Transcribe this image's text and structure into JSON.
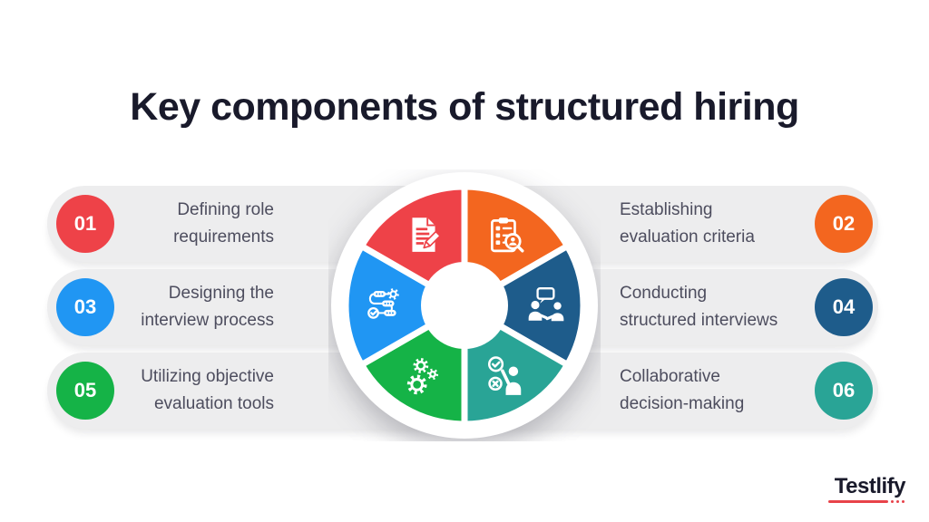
{
  "title": "Key components of structured hiring",
  "bands": [
    {
      "left": {
        "number": "01",
        "lines": [
          "Defining role",
          "requirements"
        ],
        "color": "#ee4248"
      },
      "right": {
        "number": "02",
        "lines": [
          "Establishing",
          "evaluation criteria"
        ],
        "color": "#f3661f"
      }
    },
    {
      "left": {
        "number": "03",
        "lines": [
          "Designing the",
          "interview process"
        ],
        "color": "#2096f3"
      },
      "right": {
        "number": "04",
        "lines": [
          "Conducting",
          "structured interviews"
        ],
        "color": "#1e5c8b"
      }
    },
    {
      "left": {
        "number": "05",
        "lines": [
          "Utilizing objective",
          "evaluation tools"
        ],
        "color": "#15b347"
      },
      "right": {
        "number": "06",
        "lines": [
          "Collaborative",
          "decision-making"
        ],
        "color": "#29a496"
      }
    }
  ],
  "chart_data": {
    "type": "pie",
    "title": "Key components of structured hiring",
    "segments": [
      {
        "label": "Establishing evaluation criteria",
        "icon": "clipboard-search-icon",
        "color": "#f3661f",
        "start_deg": 0,
        "end_deg": 60
      },
      {
        "label": "Conducting structured interviews",
        "icon": "interview-icon",
        "color": "#1e5c8b",
        "start_deg": 60,
        "end_deg": 120
      },
      {
        "label": "Collaborative decision-making",
        "icon": "decision-icon",
        "color": "#29a496",
        "start_deg": 120,
        "end_deg": 180
      },
      {
        "label": "Utilizing objective evaluation tools",
        "icon": "gears-icon",
        "color": "#15b347",
        "start_deg": 180,
        "end_deg": 240
      },
      {
        "label": "Designing the interview process",
        "icon": "process-icon",
        "color": "#2096f3",
        "start_deg": 240,
        "end_deg": 300
      },
      {
        "label": "Defining role requirements",
        "icon": "document-edit-icon",
        "color": "#ee4248",
        "start_deg": 300,
        "end_deg": 360
      }
    ]
  },
  "colors": {
    "background": "#ffffff",
    "band": "#ededee",
    "title_text": "#191a2b",
    "label_text": "#4d4d5e",
    "logo_accent": "#e8434a"
  },
  "logo": {
    "text": "Testlify"
  }
}
